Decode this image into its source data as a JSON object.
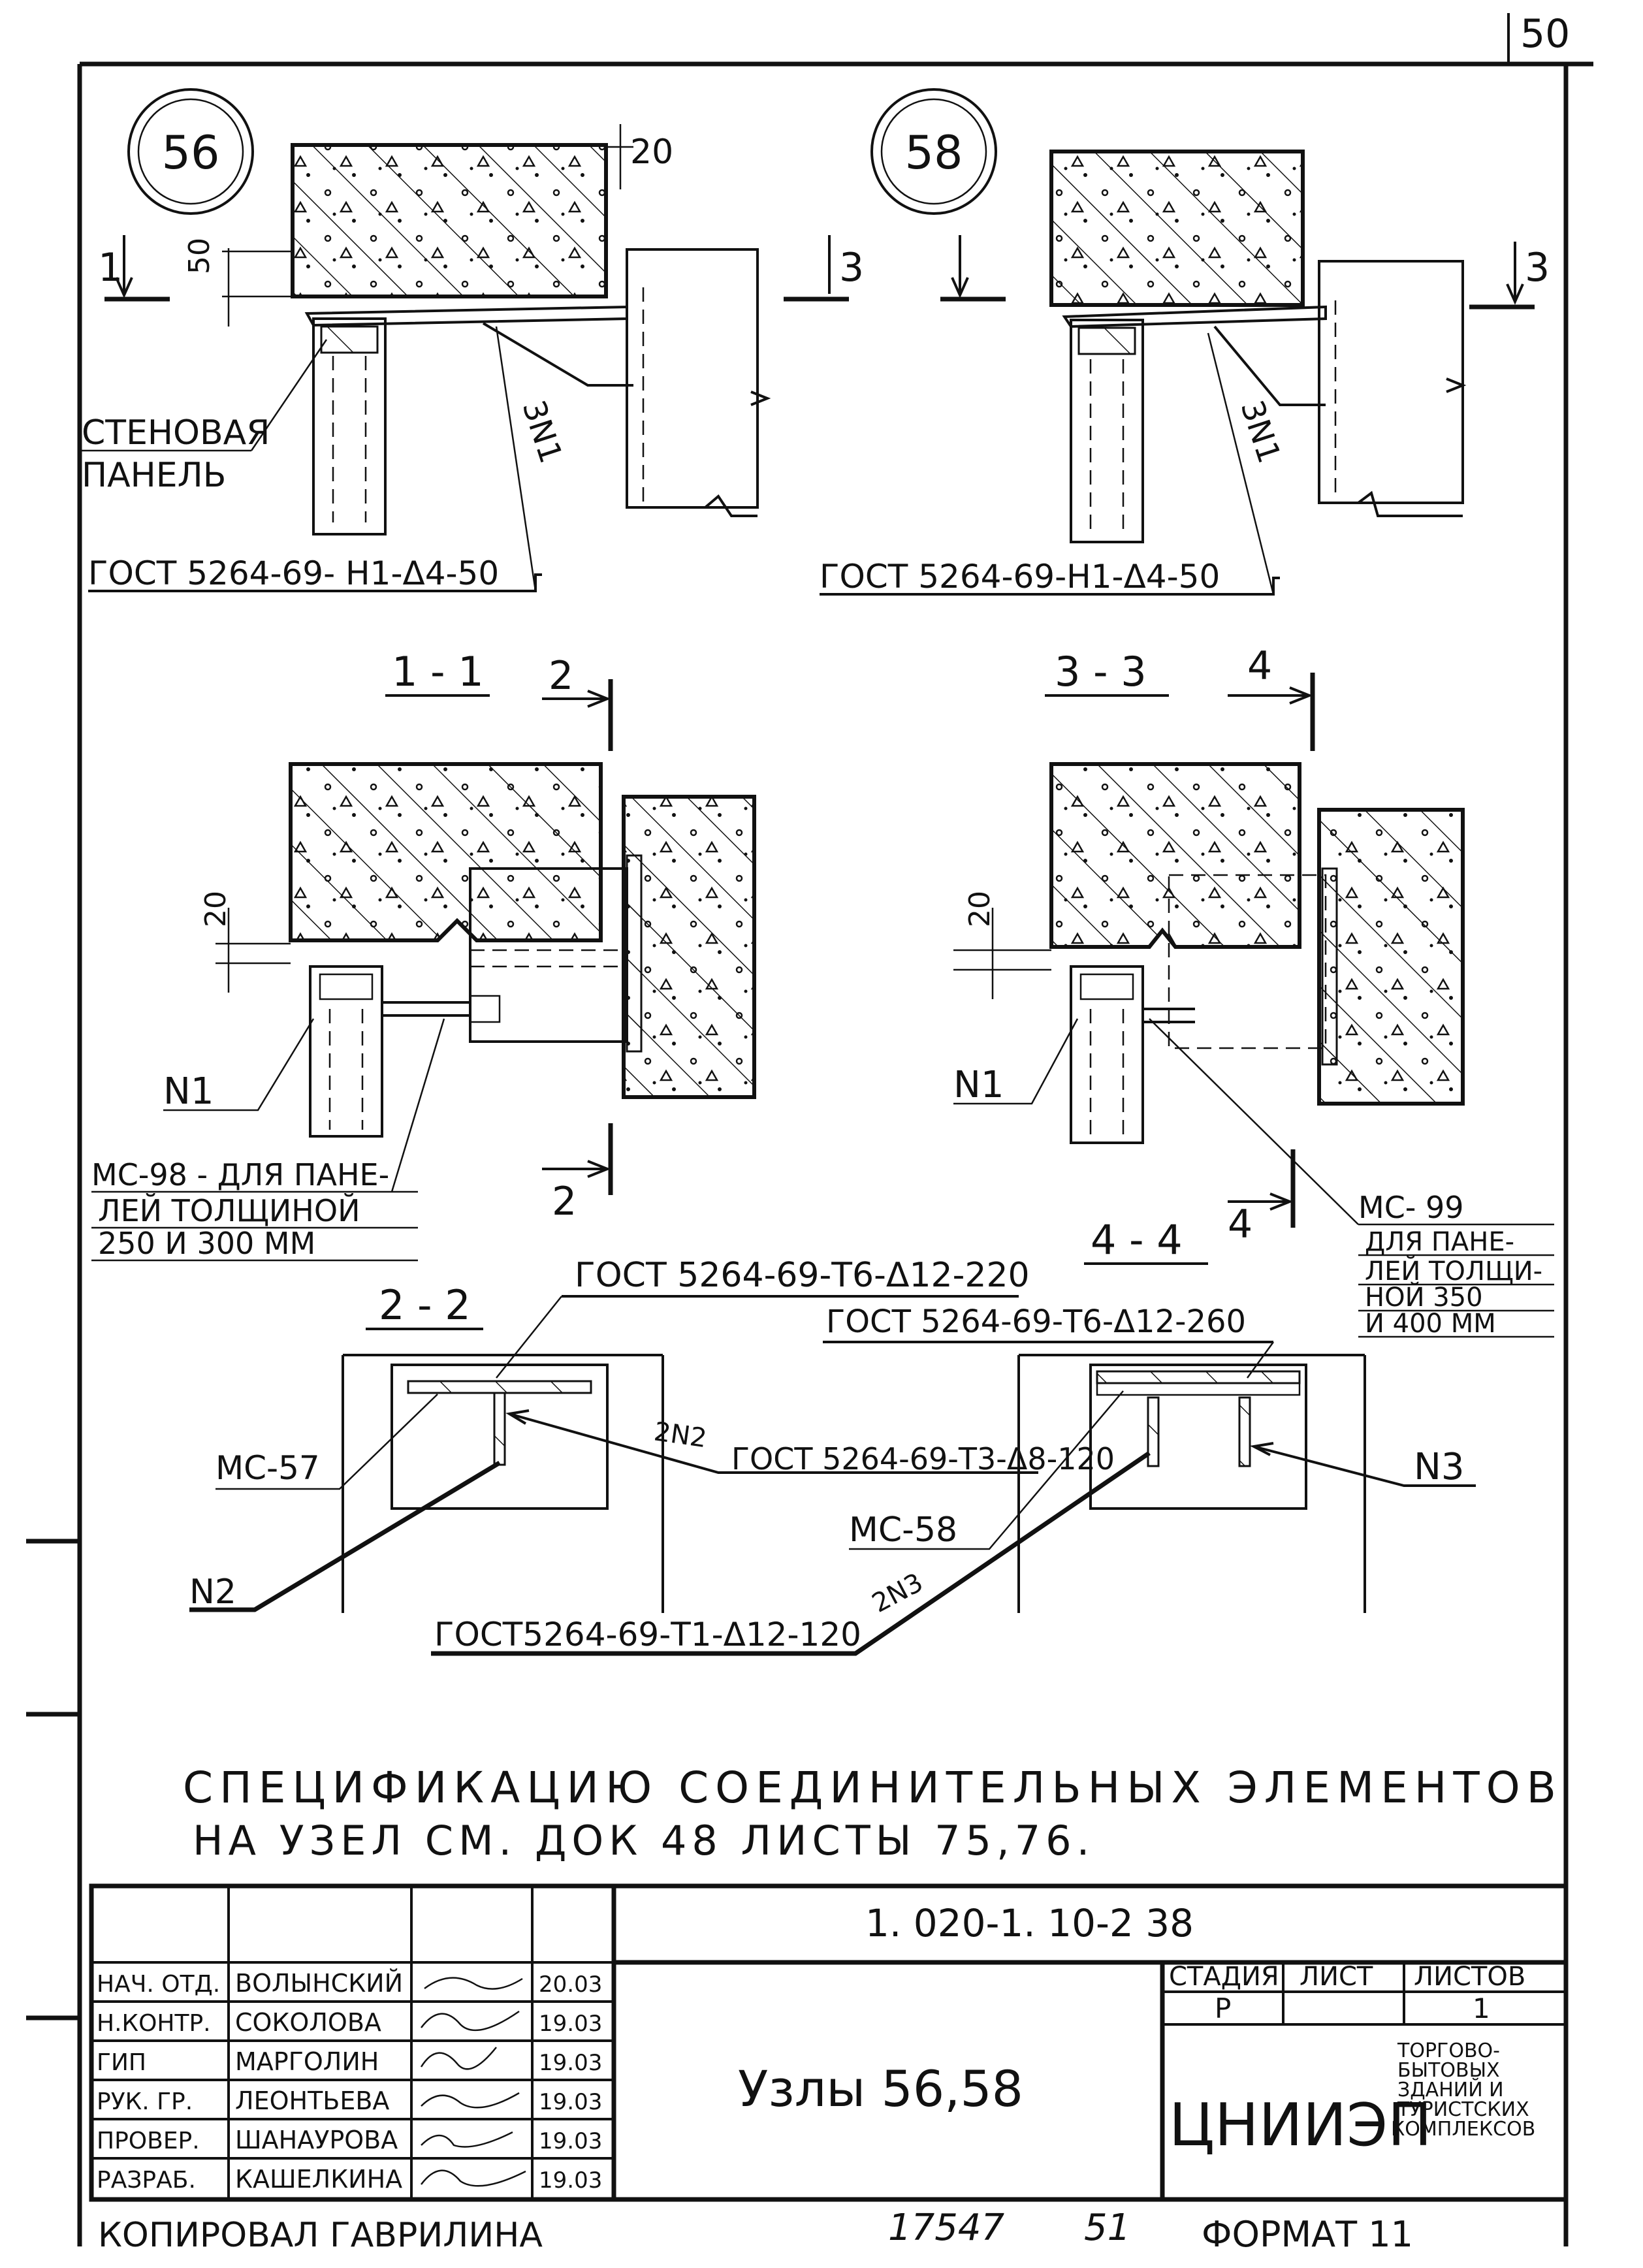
{
  "sheet_corner": "50",
  "node_56": {
    "badge": "56",
    "section_mark": "1",
    "dim_top": "20",
    "dim_side": "50",
    "label_panel_line1": "СТЕНОВАЯ",
    "label_panel_line2": "ПАНЕЛЬ",
    "leader": "3N1",
    "gost": "ГОСТ 5264-69- Н1-Δ4-50"
  },
  "node_58": {
    "badge": "58",
    "section_mark": "3",
    "leader": "3N1",
    "gost": "ГОСТ 5264-69-Н1-Δ4-50"
  },
  "section_1_1": {
    "title": "1 - 1",
    "cut_mark": "2",
    "dim": "20",
    "label_n1": "N1",
    "note_line1": "МС-98 - ДЛЯ ПАНЕ-",
    "note_line2": "ЛЕЙ ТОЛЩИНОЙ",
    "note_line3": "250 И 300 ММ"
  },
  "section_3_3": {
    "title": "3 - 3",
    "cut_mark": "4",
    "dim": "20",
    "label_n1": "N1",
    "note_line1": "МС- 99",
    "note_line2": "ДЛЯ ПАНЕ-",
    "note_line3": "ЛЕЙ ТОЛЩИ-",
    "note_line4": "НОЙ 350",
    "note_line5": "И 400 ММ"
  },
  "section_2_2": {
    "title": "2 - 2",
    "gost_top": "ГОСТ 5264-69-Т6-Δ12-220",
    "label_mc": "МС-57",
    "label_2n2": "2N2",
    "gost_2n2": "ГОСТ 5264-69-Т3-Δ8-120",
    "label_n2": "N2"
  },
  "section_4_4": {
    "title": "4 - 4",
    "gost_top": "ГОСТ 5264-69-Т6-Δ12-260",
    "label_n3": "N3",
    "label_mc": "МС-58",
    "label_2n3": "2N3",
    "gost_bottom": "ГОСТ5264-69-Т1-Δ12-120"
  },
  "spec_note": {
    "line1": "СПЕЦИФИКАЦИЮ   СОЕДИНИТЕЛЬНЫХ   ЭЛЕМЕНТОВ",
    "line2": "НА УЗЕЛ СМ. ДОК 48 ЛИСТЫ 75,76."
  },
  "title_block": {
    "doc_number": "1. 020-1. 10-2  38",
    "drawing_title": "Узлы 56,58",
    "stage_header": "СТАДИЯ",
    "sheet_header": "ЛИСТ",
    "sheets_header": "ЛИСТОВ",
    "stage_value": "Р",
    "sheet_value": "",
    "sheets_value": "1",
    "org": "ЦНИИЭП",
    "org_sub": [
      "ТОРГОВО-",
      "БЫТОВЫХ",
      "ЗДАНИЙ И",
      "ТУРИСТСКИХ",
      "КОМПЛЕКСОВ"
    ],
    "signatures": [
      {
        "role": "НАЧ. ОТД.",
        "name": "ВОЛЫНСКИЙ",
        "date": "20.03"
      },
      {
        "role": "Н.КОНТР.",
        "name": "СОКОЛОВА",
        "date": "19.03"
      },
      {
        "role": "ГИП",
        "name": "МАРГОЛИН",
        "date": "19.03"
      },
      {
        "role": "РУК. ГР.",
        "name": "ЛЕОНТЬЕВА",
        "date": "19.03"
      },
      {
        "role": "ПРОВЕР.",
        "name": "ШАНАУРОВА",
        "date": "19.03"
      },
      {
        "role": "РАЗРАБ.",
        "name": "КАШЕЛКИНА",
        "date": "19.03"
      }
    ]
  },
  "footer": {
    "copied": "КОПИРОВАЛ  ГАВРИЛИНА",
    "inventory": "17547",
    "inventory2": "51",
    "format": "ФОРМАТ 11"
  }
}
